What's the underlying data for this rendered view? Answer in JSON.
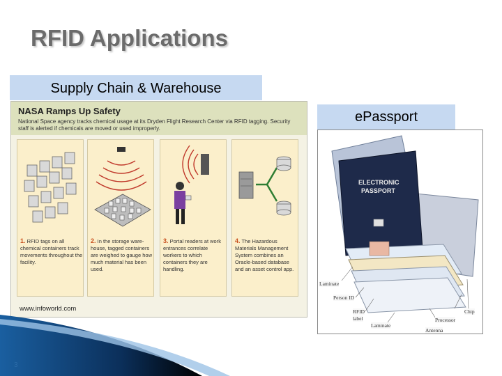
{
  "slide": {
    "title": "RFID Applications",
    "page_number": "3"
  },
  "supply_chain": {
    "label": "Supply Chain & Warehouse",
    "nasa": {
      "title": "NASA Ramps Up Safety",
      "description": "National Space agency tracks chemical usage at its Dryden Flight Research Center via RFID tagging. Security staff is alerted if chemicals are moved or used improperly.",
      "steps": [
        {
          "num": "1.",
          "text": "RFID tags on all chemical containers track movements throughout the facility."
        },
        {
          "num": "2.",
          "text": "In the storage ware-house, tagged containers are weighed to gauge how much material has been used."
        },
        {
          "num": "3.",
          "text": "Portal readers at work entrances correlate workers to which containers they are handling."
        },
        {
          "num": "4.",
          "text": "The Hazardous Materials Management System combines an Oracle-based database and an asset control app."
        }
      ],
      "credit": "www.infoworld.com"
    }
  },
  "epassport": {
    "label": "ePassport",
    "cover_text": [
      "ELECTRONIC",
      "PASSPORT"
    ],
    "callouts": [
      "Laminate",
      "Person ID",
      "RFID",
      "label",
      "Laminate",
      "Antenna",
      "Processor",
      "Chip"
    ]
  }
}
